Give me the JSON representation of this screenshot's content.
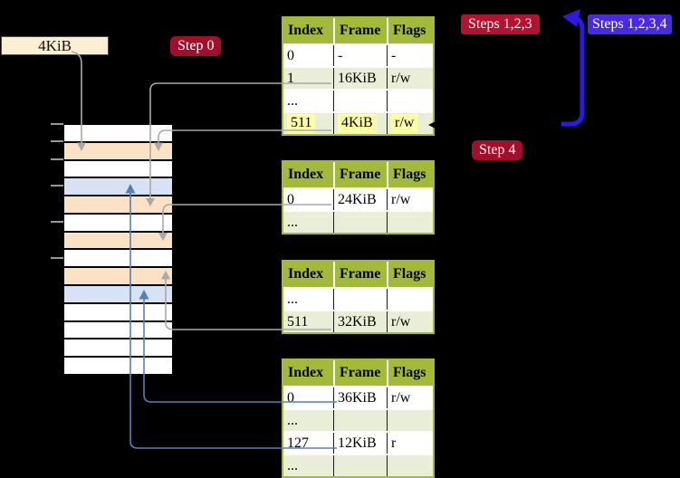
{
  "labels": {
    "frame_size": "4KiB",
    "step0": "Step 0",
    "steps123": "Steps 1,2,3",
    "steps1234": "Steps 1,2,3,4",
    "step4": "Step 4"
  },
  "memory_stack": {
    "rows": [
      {
        "color": "white"
      },
      {
        "color": "peach"
      },
      {
        "color": "white"
      },
      {
        "color": "blue"
      },
      {
        "color": "peach"
      },
      {
        "color": "white"
      },
      {
        "color": "peach"
      },
      {
        "color": "white"
      },
      {
        "color": "peach"
      },
      {
        "color": "blue"
      },
      {
        "color": "white"
      },
      {
        "color": "white"
      },
      {
        "color": "white"
      },
      {
        "color": "white"
      }
    ]
  },
  "page_tables": [
    {
      "headers": [
        "Index",
        "Frame",
        "Flags"
      ],
      "rows": [
        {
          "cells": [
            "0",
            "-",
            "-"
          ],
          "shaded": false,
          "highlight": false
        },
        {
          "cells": [
            "1",
            "16KiB",
            "r/w"
          ],
          "shaded": true,
          "highlight": false
        },
        {
          "cells": [
            "...",
            "",
            ""
          ],
          "shaded": false,
          "highlight": false
        },
        {
          "cells": [
            "511",
            "4KiB",
            "r/w"
          ],
          "shaded": true,
          "highlight": true
        }
      ]
    },
    {
      "headers": [
        "Index",
        "Frame",
        "Flags"
      ],
      "rows": [
        {
          "cells": [
            "0",
            "24KiB",
            "r/w"
          ],
          "shaded": false,
          "highlight": false
        },
        {
          "cells": [
            "...",
            "",
            ""
          ],
          "shaded": true,
          "highlight": false
        }
      ]
    },
    {
      "headers": [
        "Index",
        "Frame",
        "Flags"
      ],
      "rows": [
        {
          "cells": [
            "...",
            "",
            ""
          ],
          "shaded": false,
          "highlight": false
        },
        {
          "cells": [
            "511",
            "32KiB",
            "r/w"
          ],
          "shaded": true,
          "highlight": false
        }
      ]
    },
    {
      "headers": [
        "Index",
        "Frame",
        "Flags"
      ],
      "rows": [
        {
          "cells": [
            "0",
            "36KiB",
            "r/w"
          ],
          "shaded": false,
          "highlight": false
        },
        {
          "cells": [
            "...",
            "",
            ""
          ],
          "shaded": true,
          "highlight": false
        },
        {
          "cells": [
            "127",
            "12KiB",
            "r"
          ],
          "shaded": false,
          "highlight": false
        },
        {
          "cells": [
            "...",
            "",
            ""
          ],
          "shaded": true,
          "highlight": false
        }
      ]
    }
  ],
  "colors": {
    "background": "#000000",
    "table_header_bg": "#a2b939",
    "table_row_shaded": "#e9efd6",
    "table_row_plain": "#ffffff",
    "highlight_yellow": "#fdfda8",
    "stack_peach": "#fbe2c5",
    "stack_blue": "#d7e3f4",
    "stack_white": "#ffffff",
    "label_box_bg": "#fcefd2",
    "badge_red": "#a30e2c",
    "badge_crimson": "#b11331",
    "badge_violet": "#4a2ae0",
    "connector_gray": "#a9a9a9",
    "connector_blue": "#5580b8",
    "big_arrow_blue": "#3018df"
  }
}
